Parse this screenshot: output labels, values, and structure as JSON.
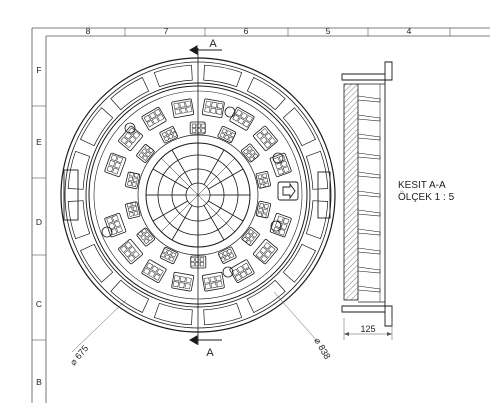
{
  "frame": {
    "column_numbers": [
      "8",
      "7",
      "6",
      "5",
      "4"
    ],
    "row_letters": [
      "F",
      "E",
      "D",
      "C",
      "B"
    ]
  },
  "section_markers": {
    "top": "A",
    "bottom": "A"
  },
  "dimensions": {
    "inner_diameter": "⌀ 675",
    "outer_diameter": "⌀ 838",
    "section_height": "125"
  },
  "section_title": {
    "line1": "KESIT A-A",
    "line2": "ÖLÇEK 1 : 5"
  },
  "colors": {
    "line": "#1a1a1a",
    "frame": "#555555",
    "hatch": "#444444"
  },
  "icons": {
    "arrow": "right-arrow-icon"
  }
}
